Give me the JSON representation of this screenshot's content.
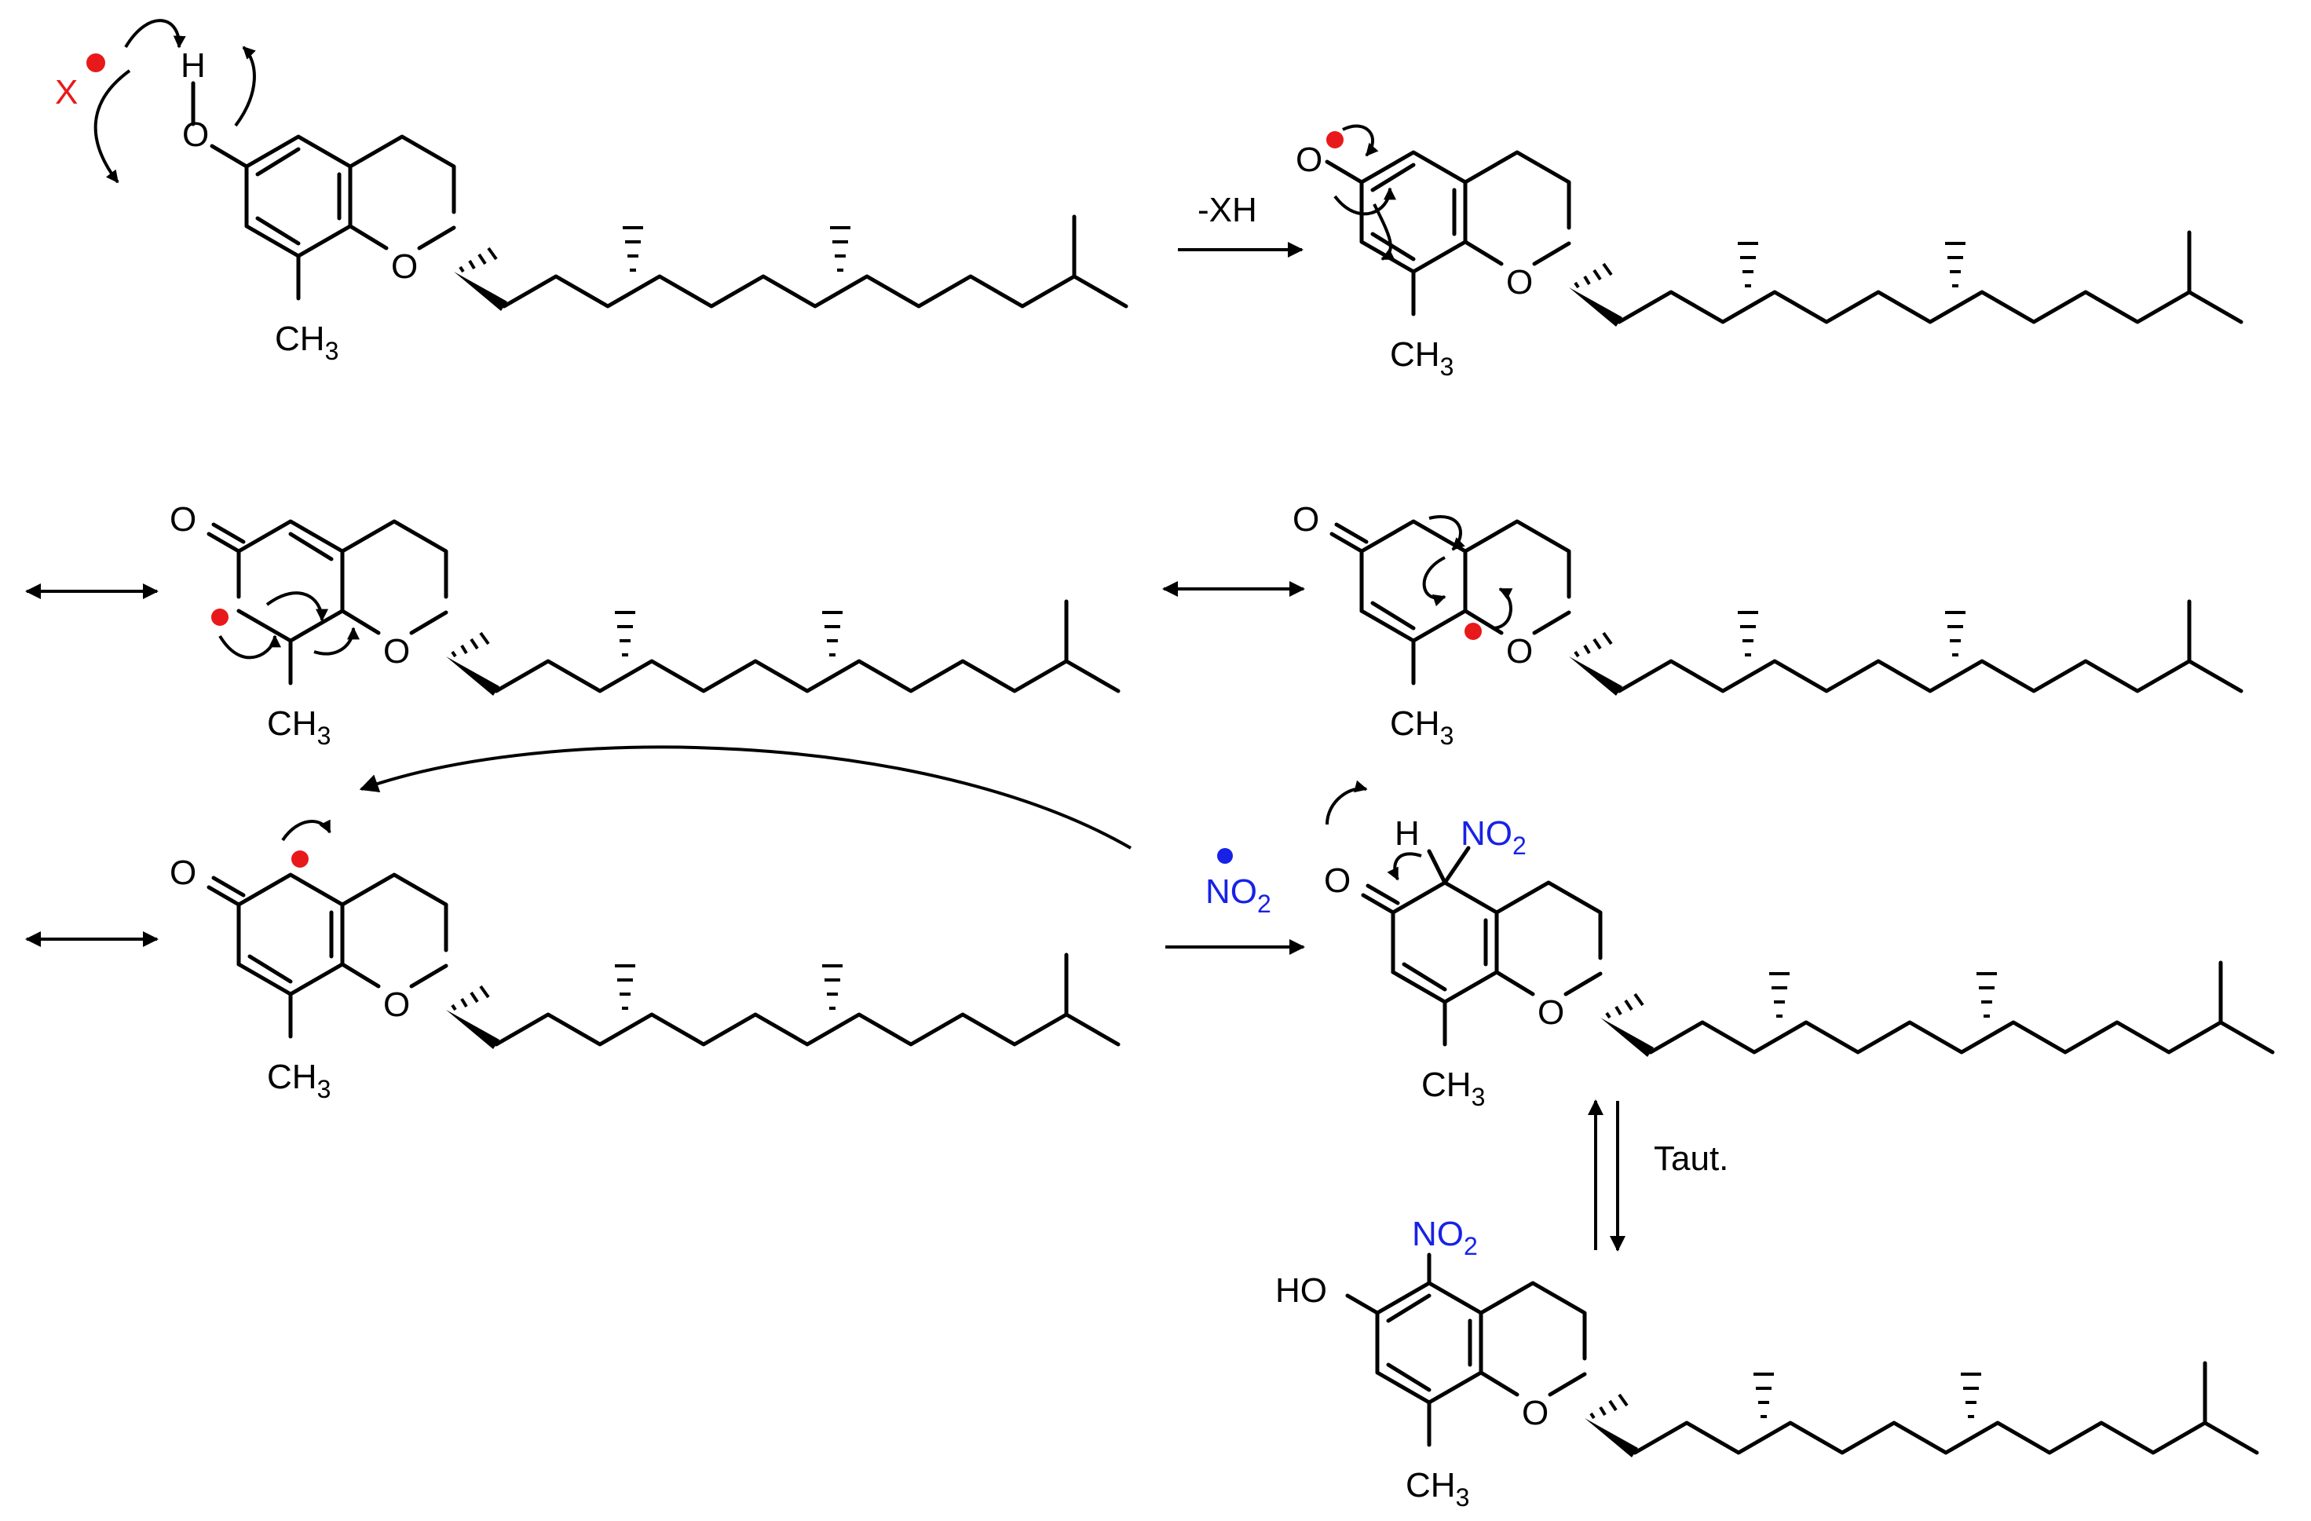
{
  "atoms": {
    "O": "O",
    "H": "H",
    "HO": "HO",
    "C": "CH",
    "three": "3",
    "X": "X"
  },
  "reagents": {
    "no2_N": "NO",
    "no2_sub": "2"
  },
  "labels": {
    "step1": "-XH",
    "taut": "Taut."
  },
  "colors": {
    "radical_red": "#e8191b",
    "nitro_blue": "#1722e6"
  }
}
